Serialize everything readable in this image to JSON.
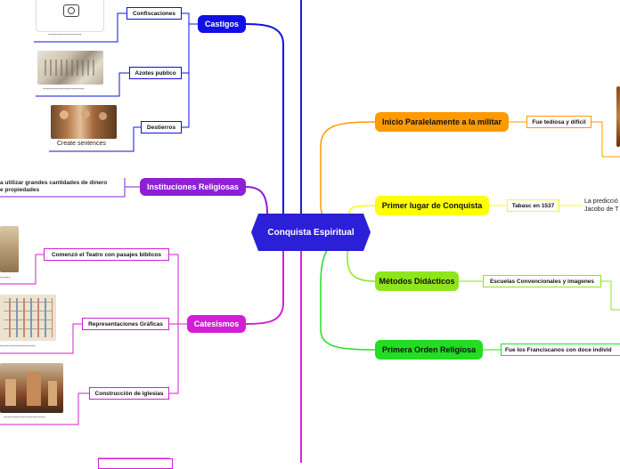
{
  "central": {
    "label": "Conquista Espiritual"
  },
  "left": {
    "castigos": {
      "label": "Castigos",
      "items": [
        {
          "label": "Confiscaciones",
          "caption": "----------------"
        },
        {
          "label": "Azotes publico",
          "caption": "--------------------"
        },
        {
          "label": "Destierros",
          "caption": "Create sentences"
        }
      ]
    },
    "instituciones": {
      "label": "Instituciones Religiosas",
      "detail_line1": "a utilizar grandes cantidades de dinero",
      "detail_line2": "e propiedades"
    },
    "catesismos": {
      "label": "Catesismos",
      "items": [
        {
          "label": "Comenzó el Teatro con pasajes biblicos",
          "caption": "-----"
        },
        {
          "label": "Representaciones Gráficas",
          "caption": "-----------------"
        },
        {
          "label": "Construcción de iglesias",
          "caption": "--------------------"
        }
      ]
    }
  },
  "right": {
    "inicio": {
      "label": "Inicio Paralelamente a la militar",
      "sub": "Fue tedíosa y díficil"
    },
    "primer_lugar": {
      "label": "Primer lugar de Conquista",
      "sub": "Tabasc en 1537",
      "note_line1": "La predicció",
      "note_line2": "Jacobo de T"
    },
    "metodos": {
      "label": "Métodos Didácticos",
      "sub": "Escuelas Convencionales y imagenes"
    },
    "orden": {
      "label": "Primera Orden Religiosa",
      "sub": "Fue los Franciscanos con doce individ"
    }
  },
  "colors": {
    "central": "#2b1fd8",
    "castigos": "#1010e6",
    "instituciones": "#8d1fd6",
    "catesismos": "#d21fd6",
    "inicio": "#ff9a00",
    "primer_lugar": "#ffff00",
    "metodos": "#8ee61a",
    "orden": "#22dd22",
    "spine_top": "#2222cc",
    "spine_bottom": "#dd22dd"
  },
  "icons": {
    "confiscaciones": "camera-icon"
  }
}
